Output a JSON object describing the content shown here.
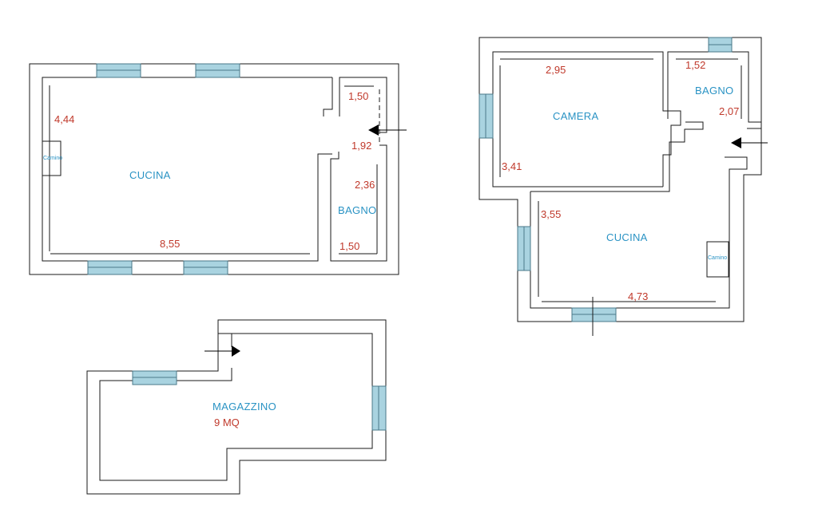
{
  "plan1": {
    "cucina": "CUCINA",
    "bagno": "BAGNO",
    "camino": "Camino",
    "dims": {
      "width": "8,55",
      "height": "4,44",
      "bagno_top": "1,50",
      "passage": "1,92",
      "bagno_height": "2,36",
      "bagno_width": "1,50"
    }
  },
  "plan2": {
    "camera": "CAMERA",
    "bagno": "BAGNO",
    "cucina": "CUCINA",
    "camino": "Camino",
    "dims": {
      "camera_width": "2,95",
      "camera_height": "3,41",
      "bagno_width": "1,52",
      "bagno_height": "2,07",
      "cucina_height": "3,55",
      "cucina_width": "4,73"
    }
  },
  "plan3": {
    "magazzino": "MAGAZZINO",
    "area": "9 MQ"
  },
  "colors": {
    "room_label": "#2a93c4",
    "dimension": "#c0392b",
    "window": "#a9d3e0"
  }
}
